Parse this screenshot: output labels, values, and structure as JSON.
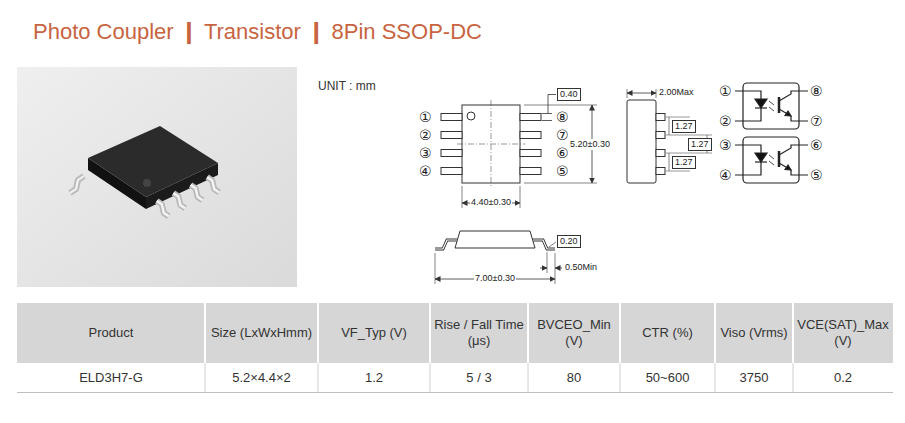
{
  "diagram": {
    "title": "Photo Coupler ❙ Transistor ❙ 8Pin SSOP-DC",
    "labels": [
      "UNIT : mm",
      "①",
      "②",
      "③",
      "④",
      "0.40",
      "⑧",
      "⑦",
      "⑥",
      "⑤",
      "5.20±0.30",
      "4.40±0.30",
      "2.00Max",
      "1.27",
      "1.27",
      "1.27",
      "①",
      "⑧",
      "②",
      "⑦",
      "③",
      "⑥",
      "④",
      "⑤",
      "0.20",
      "7.00±0.30",
      "0.50Min",
      "Product",
      "Size (LxWxHmm)",
      "VF_Typ (V)",
      "Rise / Fall Time (μs)",
      "BVCEO_Min (V)",
      "CTR (%)",
      "Viso (Vrms)",
      "VCE(SAT)_Max (V)",
      "ELD3H7-G",
      "5.2×4.4×2",
      "1.2",
      "5 / 3",
      "80",
      "50~600",
      "3750",
      "0.2"
    ]
  }
}
